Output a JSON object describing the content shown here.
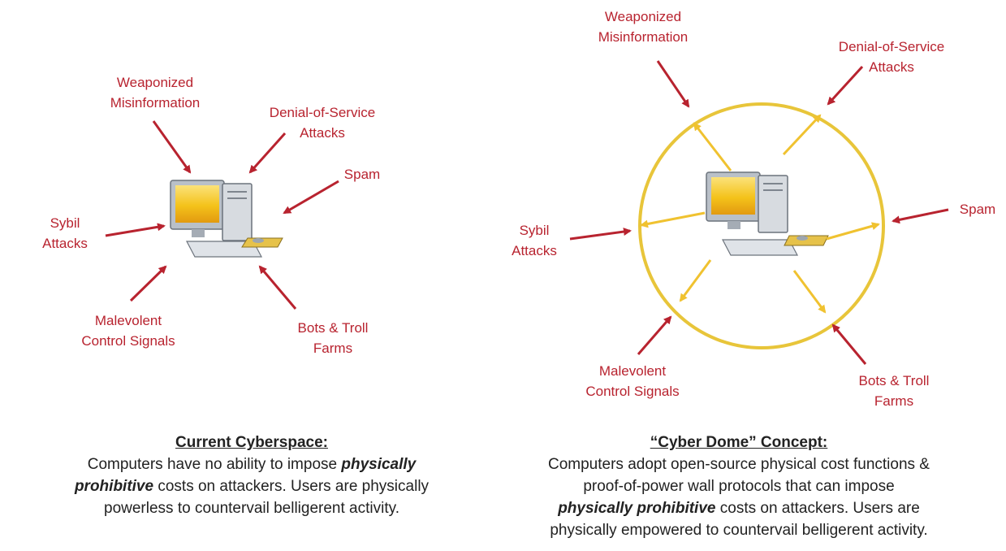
{
  "colors": {
    "threat": "#b8232f",
    "dome": "#e8c53a",
    "dome_arrow": "#f0c230"
  },
  "left": {
    "threats": {
      "misinformation": "Weaponized\nMisinformation",
      "dos": "Denial-of-Service\nAttacks",
      "spam": "Spam",
      "sybil": "Sybil\nAttacks",
      "control": "Malevolent\nControl Signals",
      "bots": "Bots & Troll\nFarms"
    },
    "caption": {
      "heading": "Current Cyberspace:",
      "line1": "Computers have no ability to impose",
      "em1": "physically",
      "em2": "prohibitive",
      "line2_rest": "costs on attackers. Users are physically",
      "line3": "powerless to countervail belligerent activity."
    }
  },
  "right": {
    "threats": {
      "misinformation": "Weaponized\nMisinformation",
      "dos": "Denial-of-Service\nAttacks",
      "spam": "Spam",
      "sybil": "Sybil\nAttacks",
      "control": "Malevolent\nControl Signals",
      "bots": "Bots & Troll\nFarms"
    },
    "caption": {
      "heading": "“Cyber Dome” Concept:",
      "line1": "Computers adopt open-source physical cost functions &",
      "line2": "proof-of-power wall protocols that can impose",
      "em": "physically prohibitive",
      "line3_rest": "costs on attackers. Users are",
      "line4": "physically empowered to countervail belligerent activity."
    }
  }
}
